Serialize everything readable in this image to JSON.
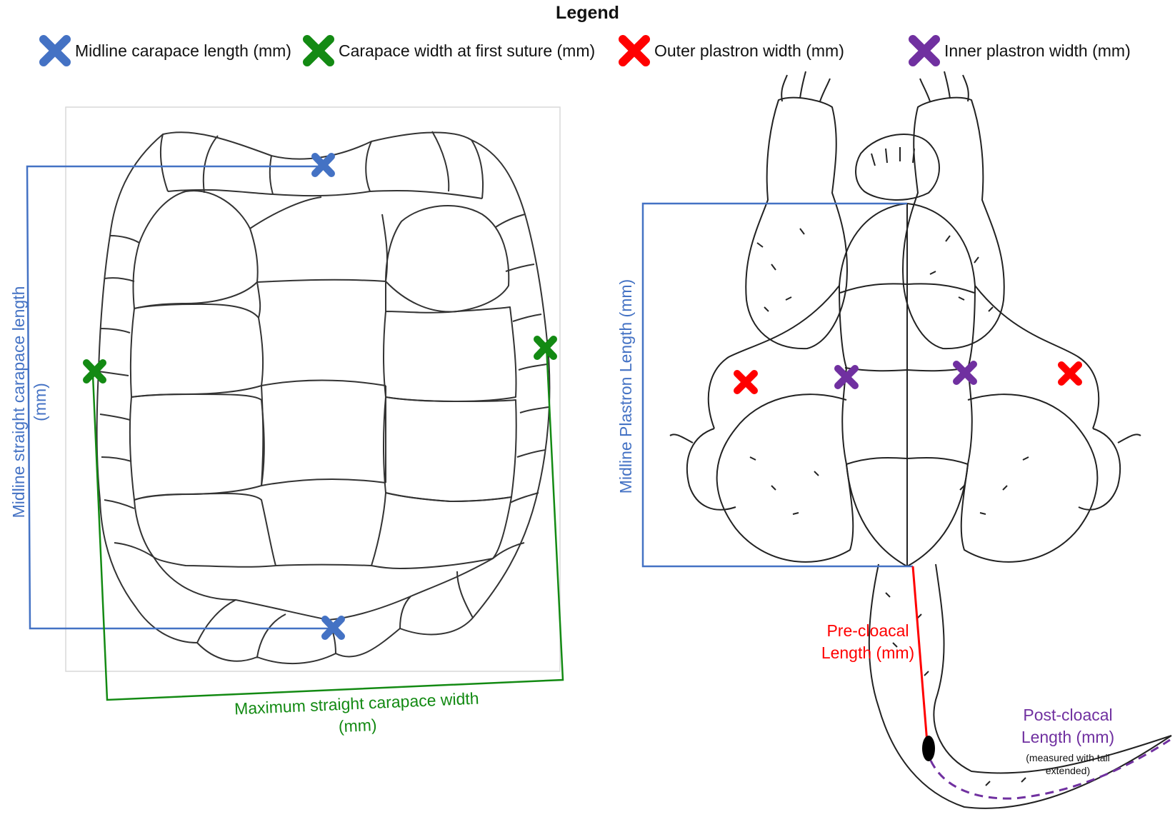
{
  "legend": {
    "title": "Legend",
    "items": [
      {
        "label": "Midline carapace length (mm)",
        "color": "#4472C4"
      },
      {
        "label": "Carapace width at first suture (mm)",
        "color": "#138A13"
      },
      {
        "label": "Outer plastron width (mm)",
        "color": "#FF0000"
      },
      {
        "label": "Inner plastron width (mm)",
        "color": "#7030A0"
      }
    ]
  },
  "carapace": {
    "length_label_line1": "Midline straight carapace length",
    "length_label_line2": "(mm)",
    "width_label_line1": "Maximum straight carapace width",
    "width_label_line2": "(mm)"
  },
  "plastron": {
    "length_label": "Midline Plastron Length (mm)",
    "precloacal_line1": "Pre-cloacal",
    "precloacal_line2": "Length (mm)",
    "postcloacal_line1": "Post-cloacal",
    "postcloacal_line2": "Length (mm)",
    "postcloacal_note1": "(measured with tail",
    "postcloacal_note2": "extended)"
  },
  "colors": {
    "blue": "#4472C4",
    "green": "#138A13",
    "red": "#FF0000",
    "purple": "#7030A0",
    "outline": "#333333"
  }
}
